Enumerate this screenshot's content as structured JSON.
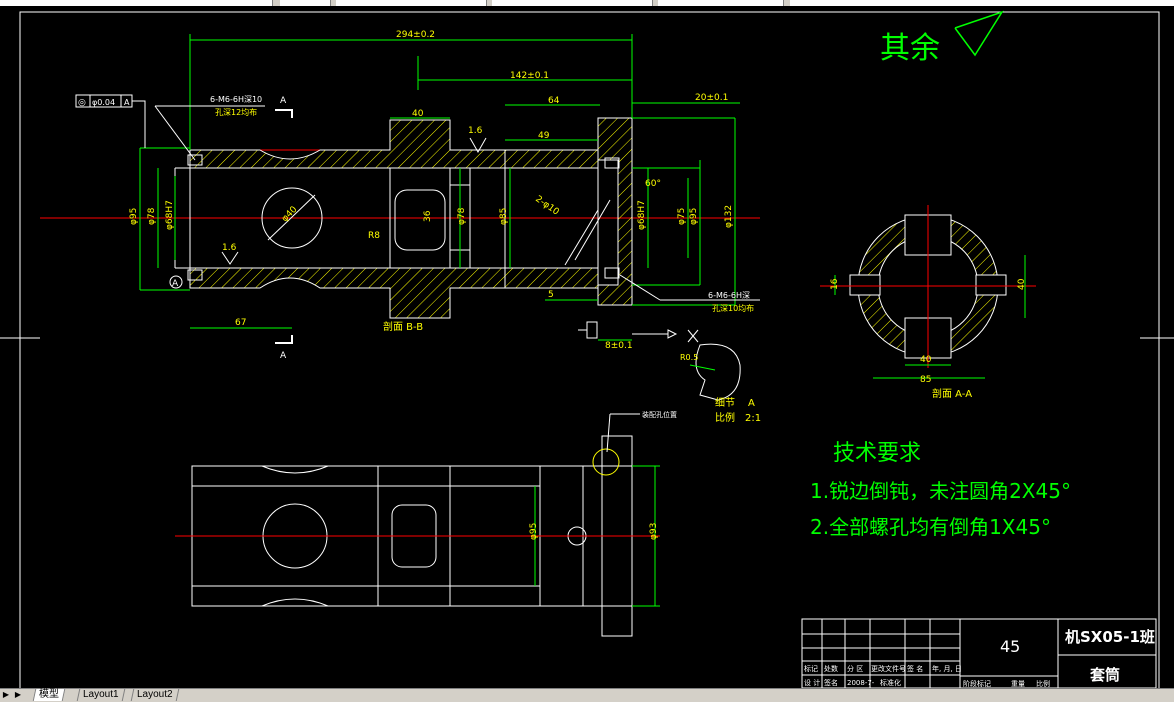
{
  "drawing": {
    "surface_note": "其余",
    "dims": {
      "overall": "294±0.2",
      "d142": "142±0.1",
      "d64": "64",
      "d20": "20±0.1",
      "d40": "40",
      "d49": "49",
      "d67": "67",
      "d5": "5",
      "d8": "8±0.1",
      "phi95": "φ95",
      "phi78": "φ78",
      "phi68h7": "φ68H7",
      "phi40": "φ40",
      "d36": "36",
      "phi78b": "φ78",
      "phi85": "φ85",
      "phi68h7b": "φ68H7",
      "phi75": "φ75",
      "phi95b": "φ95",
      "phi132": "φ132",
      "phi10": "2-φ10",
      "angle60": "60°",
      "r8": "R8",
      "r0_5": "R0.5",
      "roughness": "1.6",
      "roughness2": "1.6",
      "sec_d16": "16",
      "sec_d40": "40",
      "sec_w40": "40",
      "sec_w85": "85",
      "bot_phi95": "φ95",
      "bot_phi93": "φ93"
    },
    "tolerance": {
      "symbol": "◎",
      "value": "φ0.04",
      "datum": "A"
    },
    "datum_a": "A",
    "section_mark": "A",
    "labels": {
      "thread_top": "6-M6-6H深10",
      "thread_top2": "孔深12均布",
      "thread_right": "6-M6-6H深",
      "thread_right2": "孔深10均布",
      "section_bb": "剖面 B-B",
      "section_aa": "剖面 A-A",
      "detail_title": "细节",
      "detail_ref": "A",
      "detail_scale_label": "比例",
      "detail_scale": "2:1",
      "bottom_note": "装配孔位置"
    },
    "tech_req": {
      "title": "技术要求",
      "item1": "1.锐边倒钝，未注圆角2X45°",
      "item2": "2.全部螺孔均有倒角1X45°"
    }
  },
  "title_block": {
    "scale_number": "45",
    "drawing_code": "机SX05-1班",
    "part_name": "套筒",
    "row_labels": [
      "标记",
      "处数",
      "分 区",
      "更改文件号",
      "签 名",
      "年, 月, 日"
    ],
    "row2_labels": [
      "设 计",
      "签名",
      "2008-7-",
      "标准化"
    ],
    "footer_labels": [
      "阶段标记",
      "重量",
      "比例"
    ]
  },
  "tabs": {
    "model": "模型",
    "layout1": "Layout1",
    "layout2": "Layout2"
  },
  "colors": {
    "background": "#000000",
    "geometry": "#ffffff",
    "dimensions": "#00ff00",
    "centerline": "#ff0000",
    "hatch": "#ffff00",
    "text": "#ffff00"
  }
}
